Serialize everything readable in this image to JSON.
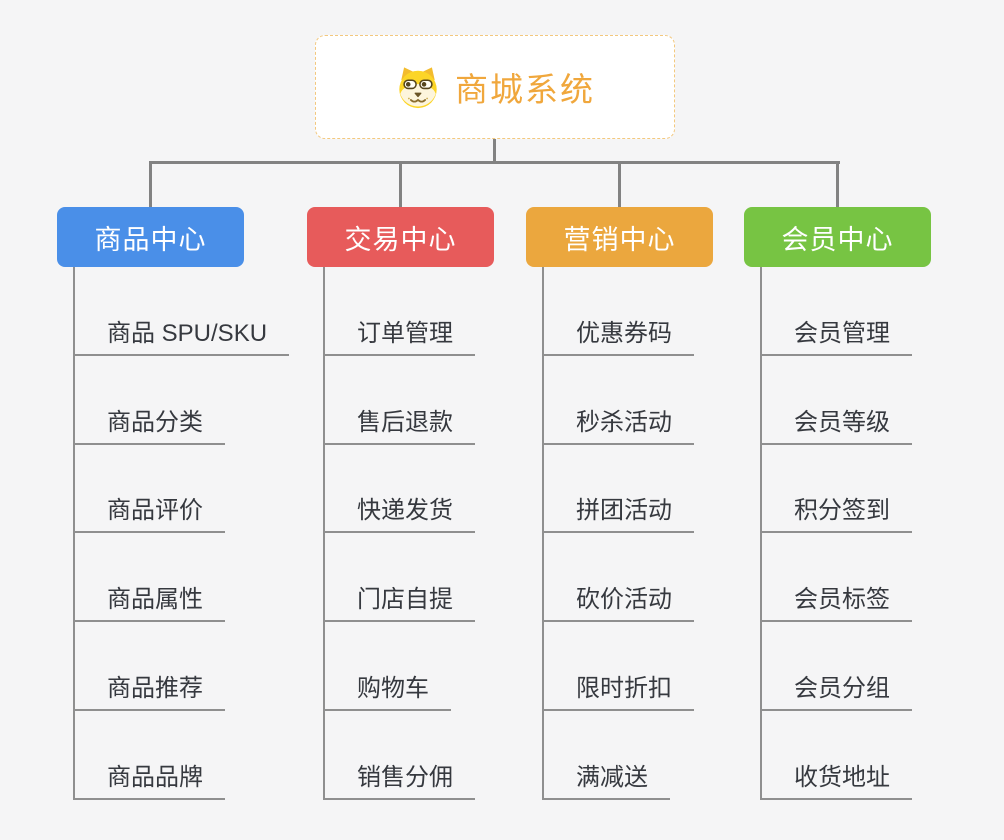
{
  "page": {
    "background": "#f5f5f6",
    "connector_color": "#828282"
  },
  "root": {
    "title": "商城系统",
    "icon": "dog-face-icon",
    "text_color": "#F0A73C",
    "border_color": "#F3C87E"
  },
  "branches": [
    {
      "label": "商品中心",
      "color": "#4A8FE8",
      "children": [
        "商品 SPU/SKU",
        "商品分类",
        "商品评价",
        "商品属性",
        "商品推荐",
        "商品品牌"
      ]
    },
    {
      "label": "交易中心",
      "color": "#E75B5B",
      "children": [
        "订单管理",
        "售后退款",
        "快递发货",
        "门店自提",
        "购物车",
        "销售分佣"
      ]
    },
    {
      "label": "营销中心",
      "color": "#EBA73E",
      "children": [
        "优惠券码",
        "秒杀活动",
        "拼团活动",
        "砍价活动",
        "限时折扣",
        "满减送"
      ]
    },
    {
      "label": "会员中心",
      "color": "#77C443",
      "children": [
        "会员管理",
        "会员等级",
        "积分签到",
        "会员标签",
        "会员分组",
        "收货地址"
      ]
    }
  ]
}
